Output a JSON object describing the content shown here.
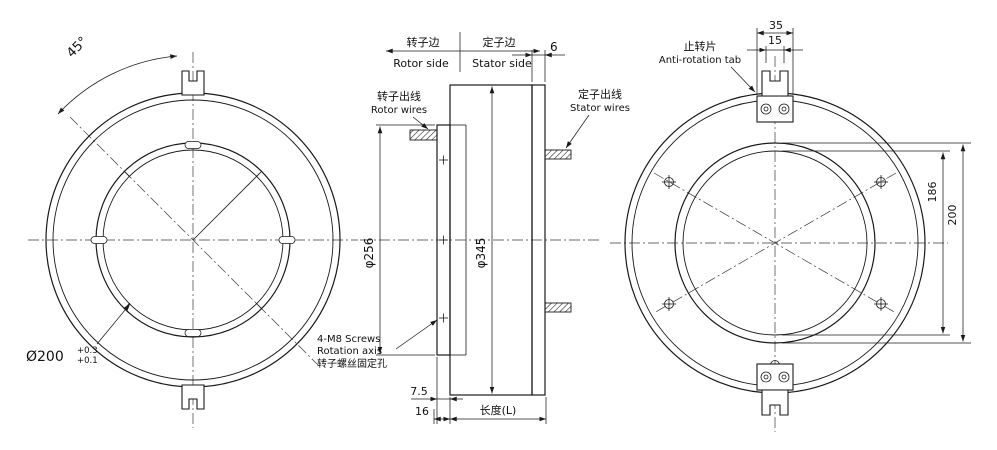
{
  "colors": {
    "ink": "#1a1a1a",
    "background": "#ffffff"
  },
  "drawing": {
    "left_view": {
      "angle_label": "45°",
      "bore_diameter": "Ø200",
      "bore_tol_upper": "+0.3",
      "bore_tol_lower": "+0.1"
    },
    "middle_view": {
      "rotor_side_cn": "转子边",
      "rotor_side_en": "Rotor side",
      "stator_side_cn": "定子边",
      "stator_side_en": "Stator side",
      "plate_thickness": "6",
      "rotor_wires_cn": "转子出线",
      "rotor_wires_en": "Rotor wires",
      "stator_wires_cn": "定子出线",
      "stator_wires_en": "Stator wires",
      "rotor_flange_dia": "φ256",
      "body_dia": "φ345",
      "screws_note_line1": "4-M8 Screws",
      "screws_note_line2": "Rotation axis",
      "screws_note_line3": "转子螺丝固定孔",
      "dim_flange_thickness": "7.5",
      "dim_flange_offset": "16",
      "dim_length": "长度(L)"
    },
    "right_view": {
      "dim_tab_width": "35",
      "dim_pin_spacing": "15",
      "anti_rotation_cn": "止转片",
      "anti_rotation_en": "Anti-rotation tab",
      "dim_inner_circle": "186",
      "dim_bore": "200"
    }
  }
}
